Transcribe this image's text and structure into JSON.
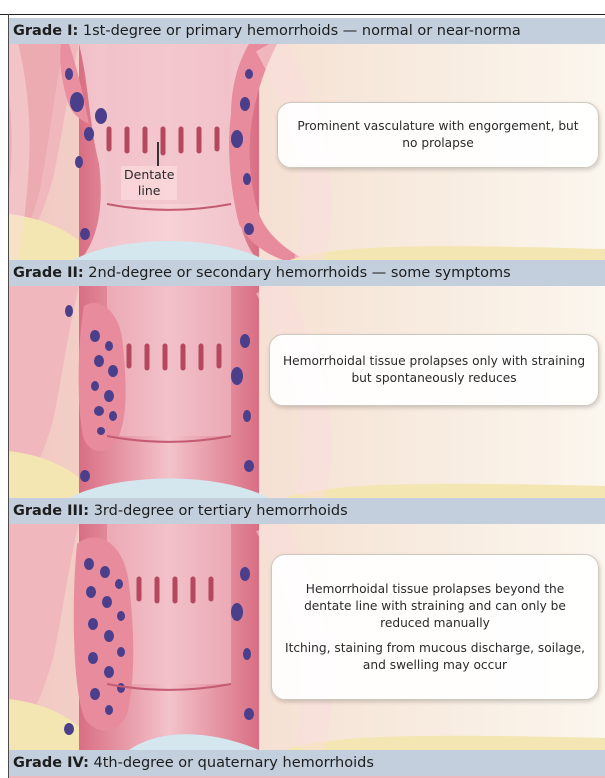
{
  "panels": [
    {
      "grade": "Grade I:",
      "title": " 1st-degree or primary hemorrhoids — normal or near-norma",
      "callout": [
        "Prominent vasculature with engorgement, but no prolapse"
      ],
      "label": [
        "Dentate",
        "line"
      ]
    },
    {
      "grade": "Grade II:",
      "title": " 2nd-degree or secondary hemorrhoids — some symptoms",
      "callout": [
        "Hemorrhoidal tissue prolapses only with straining but spontaneously reduces"
      ]
    },
    {
      "grade": "Grade III:",
      "title": " 3rd-degree or tertiary hemorrhoids",
      "callout": [
        "Hemorrhoidal tissue prolapses beyond the dentate line with straining and can only be reduced manually",
        "Itching, staining from mucous discharge, soilage, and swelling may occur"
      ]
    },
    {
      "grade": "Grade IV:",
      "title": " 4th-degree or quaternary hemorrhoids"
    }
  ],
  "colors": {
    "header_bg": "#c3cfdc",
    "mucosa": "#d9788a",
    "canal": "#f3c4cb",
    "skin": "#f6d2d2",
    "fat": "#f4e6b2",
    "vein": "#4b3f8c",
    "background": "#f4eadb"
  }
}
